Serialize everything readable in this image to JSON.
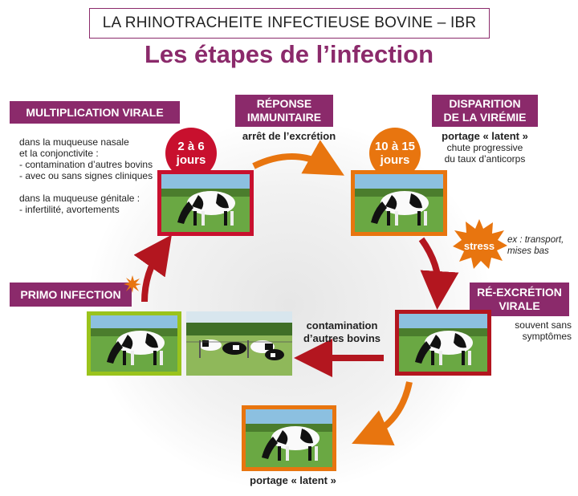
{
  "header": {
    "title": "LA RHINOTRACHEITE INFECTIEUSE BOVINE – IBR",
    "subtitle": "Les étapes de l’infection"
  },
  "stages": {
    "multiplication": {
      "label": "MULTIPLICATION VIRALE",
      "line1": "dans la muqueuse nasale",
      "line2": "et la conjonctivite :",
      "line3": "- contamination d’autres bovins",
      "line4": "- avec ou sans signes cliniques",
      "line5": "dans la muqueuse génitale :",
      "line6": "- infertilité, avortements"
    },
    "reponse": {
      "label_line1": "RÉPONSE",
      "label_line2": "IMMUNITAIRE",
      "note": "arrêt de l’excrétion"
    },
    "disparition": {
      "label_line1": "DISPARITION",
      "label_line2": "DE LA VIRÉMIE",
      "note_bold": "portage « latent »",
      "note_line1": "chute progressive",
      "note_line2": "du taux d’anticorps"
    },
    "reexcretion": {
      "label_line1": "RÉ-EXCRÉTION",
      "label_line2": "VIRALE",
      "note_line1": "souvent sans",
      "note_line2": "symptômes"
    },
    "primo": {
      "label": "PRIMO INFECTION"
    },
    "contamination": {
      "line1": "contamination",
      "line2": "d’autres bovins"
    },
    "portage": {
      "label": "portage « latent »"
    }
  },
  "badges": {
    "first": {
      "line1": "2 à 6",
      "line2": "jours",
      "color": "#c8102e"
    },
    "second": {
      "line1": "10 à 15",
      "line2": "jours",
      "color": "#e8750f"
    }
  },
  "stress": {
    "label": "stress",
    "note_line1": "ex : transport,",
    "note_line2": "mises bas"
  },
  "colors": {
    "brand": "#8b2a6b",
    "red": "#c8102e",
    "orange": "#e8750f",
    "green_frame": "#9ac31c",
    "dark_red": "#b3161f"
  }
}
